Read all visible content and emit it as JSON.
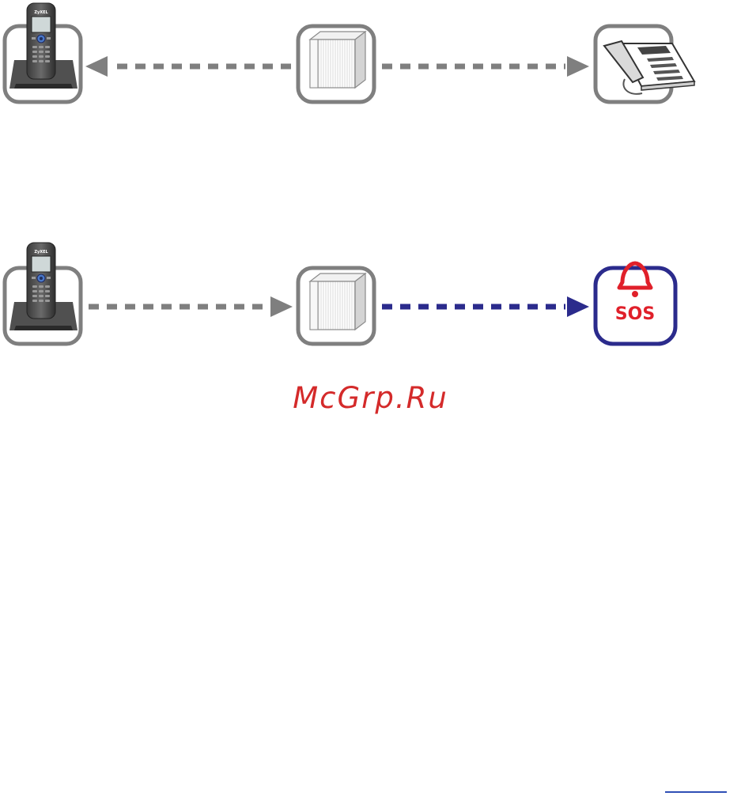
{
  "diagram": {
    "colors": {
      "frame_gray": "#7f7f7f",
      "arrow_gray": "#7f7f7f",
      "emergency_blue": "#2b2b8c",
      "emergency_red": "#e0202a",
      "watermark_red": "#d42a2a"
    },
    "rows": [
      {
        "name": "standard-call",
        "nodes": [
          {
            "icon": "cordless-phone-icon",
            "brand_label": "ZyXEL"
          },
          {
            "icon": "base-station-icon"
          },
          {
            "icon": "desk-phone-icon"
          }
        ],
        "links": [
          {
            "direction": "right-to-left",
            "style": "dashed",
            "color": "gray"
          },
          {
            "direction": "left-to-right",
            "style": "dashed",
            "color": "gray"
          }
        ]
      },
      {
        "name": "emergency-call",
        "nodes": [
          {
            "icon": "cordless-phone-icon",
            "brand_label": "ZyXEL"
          },
          {
            "icon": "base-station-icon"
          },
          {
            "icon": "sos-alarm-icon",
            "label": "SOS"
          }
        ],
        "links": [
          {
            "direction": "left-to-right",
            "style": "dashed",
            "color": "gray"
          },
          {
            "direction": "left-to-right",
            "style": "dashed",
            "color": "blue"
          }
        ]
      }
    ],
    "sos_label": "SOS",
    "brand_label": "ZyXEL"
  },
  "watermark": "McGrp.Ru"
}
